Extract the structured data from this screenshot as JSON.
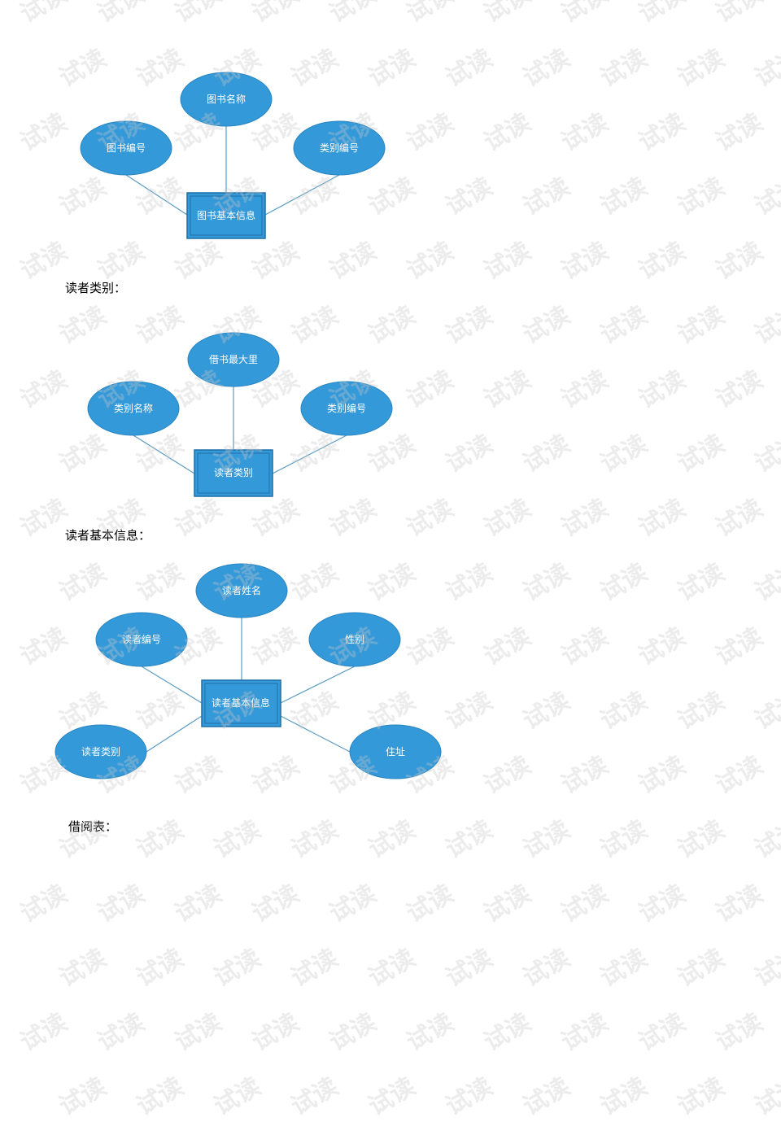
{
  "watermark": "试读",
  "diagrams": [
    {
      "entity": "图书基本信息",
      "attributes": [
        "图书名称",
        "图书编号",
        "类别编号"
      ]
    },
    {
      "heading": "读者类别：",
      "entity": "读者类别",
      "attributes": [
        "借书最大里",
        "类别名称",
        "类别编号"
      ]
    },
    {
      "heading": "读者基本信息：",
      "entity": "读者基本信息",
      "attributes": [
        "读者姓名",
        "读者编号",
        "性别",
        "读者类别",
        "住址"
      ]
    }
  ],
  "next_heading": "借阅表：",
  "colors": {
    "shape_fill": "#3399d9",
    "line": "#5a9bbf"
  }
}
